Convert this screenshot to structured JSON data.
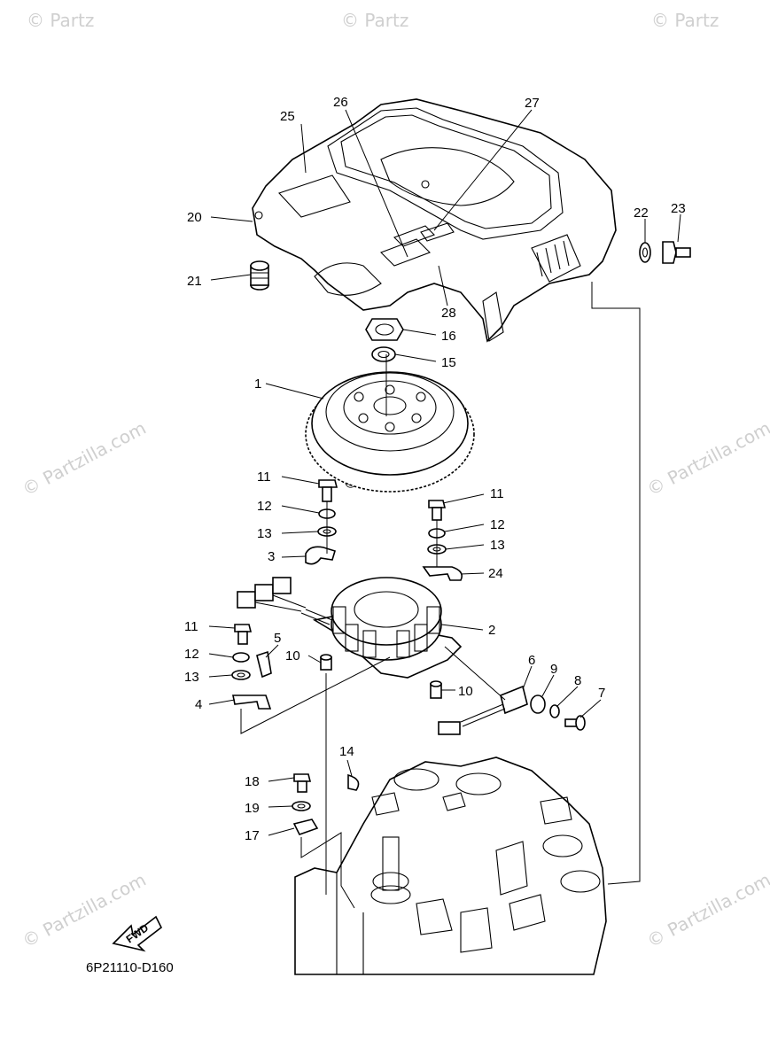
{
  "diagram_code": "6P21110-D160",
  "fwd_label": "FWD",
  "watermark_text": "© Partzilla.com",
  "watermark_short": "© Partz",
  "callouts": {
    "c1": "1",
    "c2": "2",
    "c3": "3",
    "c4": "4",
    "c5": "5",
    "c6": "6",
    "c7": "7",
    "c8": "8",
    "c9": "9",
    "c10a": "10",
    "c10b": "10",
    "c11a": "11",
    "c11b": "11",
    "c11c": "11",
    "c12a": "12",
    "c12b": "12",
    "c12c": "12",
    "c13a": "13",
    "c13b": "13",
    "c13c": "13",
    "c14": "14",
    "c15": "15",
    "c16": "16",
    "c17": "17",
    "c18": "18",
    "c19": "19",
    "c20": "20",
    "c21": "21",
    "c22": "22",
    "c23": "23",
    "c24": "24",
    "c25": "25",
    "c26": "26",
    "c27": "27",
    "c28": "28"
  },
  "colors": {
    "line": "#000000",
    "watermark": "#cfcfcf",
    "background": "#ffffff"
  }
}
